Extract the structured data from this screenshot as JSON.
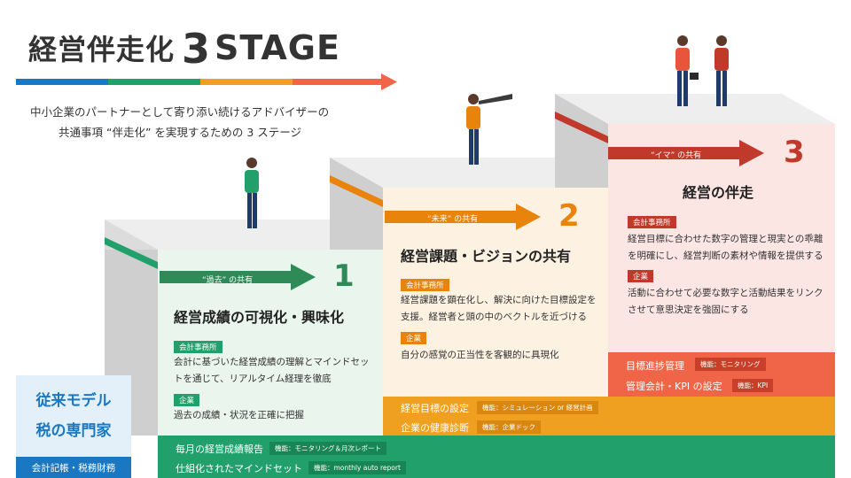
{
  "title": {
    "main": "経営伴走化",
    "number": "3",
    "word": "STAGE"
  },
  "subtitle": {
    "line1": "中小企業のパートナーとして寄り添い続けるアドバイザーの",
    "line2": "共通事項 “伴走化” を実現するための 3 ステージ"
  },
  "colors": {
    "stage1": "#2e8b57",
    "stage2": "#e8830c",
    "stage3": "#c0392b",
    "band1": "#22a06b",
    "band2": "#f0a021",
    "band3": "#f06548",
    "base": "#1a78c2"
  },
  "stages": [
    {
      "arrow_label": "“過去” の共有",
      "number": "1",
      "heading": "経営成績の可視化・興味化",
      "accountant_label": "会計事務所",
      "accountant_text": "会計に基づいた経営成績の理解とマインドセットを通じて、リアルタイム経理を徹底",
      "company_label": "企業",
      "company_text": "過去の成績・状況を正確に把握"
    },
    {
      "arrow_label": "“未来” の共有",
      "number": "2",
      "heading": "経営課題・ビジョンの共有",
      "accountant_label": "会計事務所",
      "accountant_text": "経営課題を顕在化し、解決に向けた目標設定を支援。経営者と頭の中のベクトルを近づける",
      "company_label": "企業",
      "company_text": "自分の感覚の正当性を客観的に具現化"
    },
    {
      "arrow_label": "“イマ” の共有",
      "number": "3",
      "heading": "経営の伴走",
      "accountant_label": "会計事務所",
      "accountant_text": "経営目標に合わせた数字の管理と現実との乖離を明確にし、経営判断の素材や情報を提供する",
      "company_label": "企業",
      "company_text": "活動に合わせて必要な数字と活動結果をリンクさせて意思決定を強固にする"
    }
  ],
  "base_model": {
    "line1": "従来モデル",
    "line2": "税の専門家",
    "footer": "会計記帳・税務財務"
  },
  "bands": {
    "stage1": [
      {
        "label": "毎月の経営成績報告",
        "func": "機能：モニタリング＆月次レポート"
      },
      {
        "label": "仕組化されたマインドセット",
        "func": "機能：monthly auto report"
      }
    ],
    "stage2": [
      {
        "label": "経営目標の設定",
        "func": "機能：シミュレーション or 経営計画"
      },
      {
        "label": "企業の健康診断",
        "func": "機能：企業ドック"
      }
    ],
    "stage3": [
      {
        "label": "目標進捗管理",
        "func": "機能：モニタリング"
      },
      {
        "label": "管理会計・KPI の設定",
        "func": "機能：KPI"
      }
    ]
  }
}
